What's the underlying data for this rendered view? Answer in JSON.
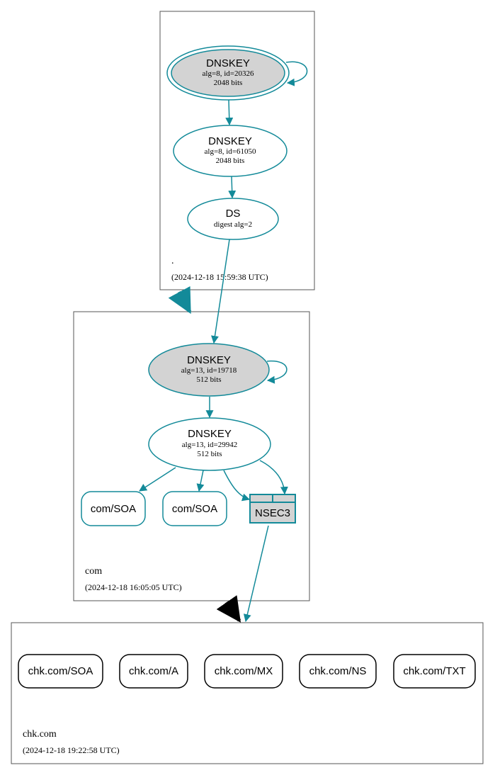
{
  "colors": {
    "edge": "#138a99",
    "node_fill_ksk": "#d3d3d3",
    "node_fill_plain": "#ffffff",
    "cluster_border": "#555555",
    "delegation_secure": "#138a99",
    "delegation_insecure": "#000000",
    "text": "#000000"
  },
  "zones": {
    "root": {
      "name": ".",
      "timestamp": "(2024-12-18 15:59:38 UTC)",
      "ksk": {
        "type": "DNSKEY",
        "line1": "alg=8, id=20326",
        "line2": "2048 bits"
      },
      "zsk": {
        "type": "DNSKEY",
        "line1": "alg=8, id=61050",
        "line2": "2048 bits"
      },
      "ds": {
        "type": "DS",
        "line1": "digest alg=2"
      }
    },
    "com": {
      "name": "com",
      "timestamp": "(2024-12-18 16:05:05 UTC)",
      "ksk": {
        "type": "DNSKEY",
        "line1": "alg=13, id=19718",
        "line2": "512 bits"
      },
      "zsk": {
        "type": "DNSKEY",
        "line1": "alg=13, id=29942",
        "line2": "512 bits"
      },
      "soa1": "com/SOA",
      "soa2": "com/SOA",
      "nsec3": "NSEC3"
    },
    "chk": {
      "name": "chk.com",
      "timestamp": "(2024-12-18 19:22:58 UTC)",
      "records": [
        "chk.com/SOA",
        "chk.com/A",
        "chk.com/MX",
        "chk.com/NS",
        "chk.com/TXT"
      ]
    }
  }
}
